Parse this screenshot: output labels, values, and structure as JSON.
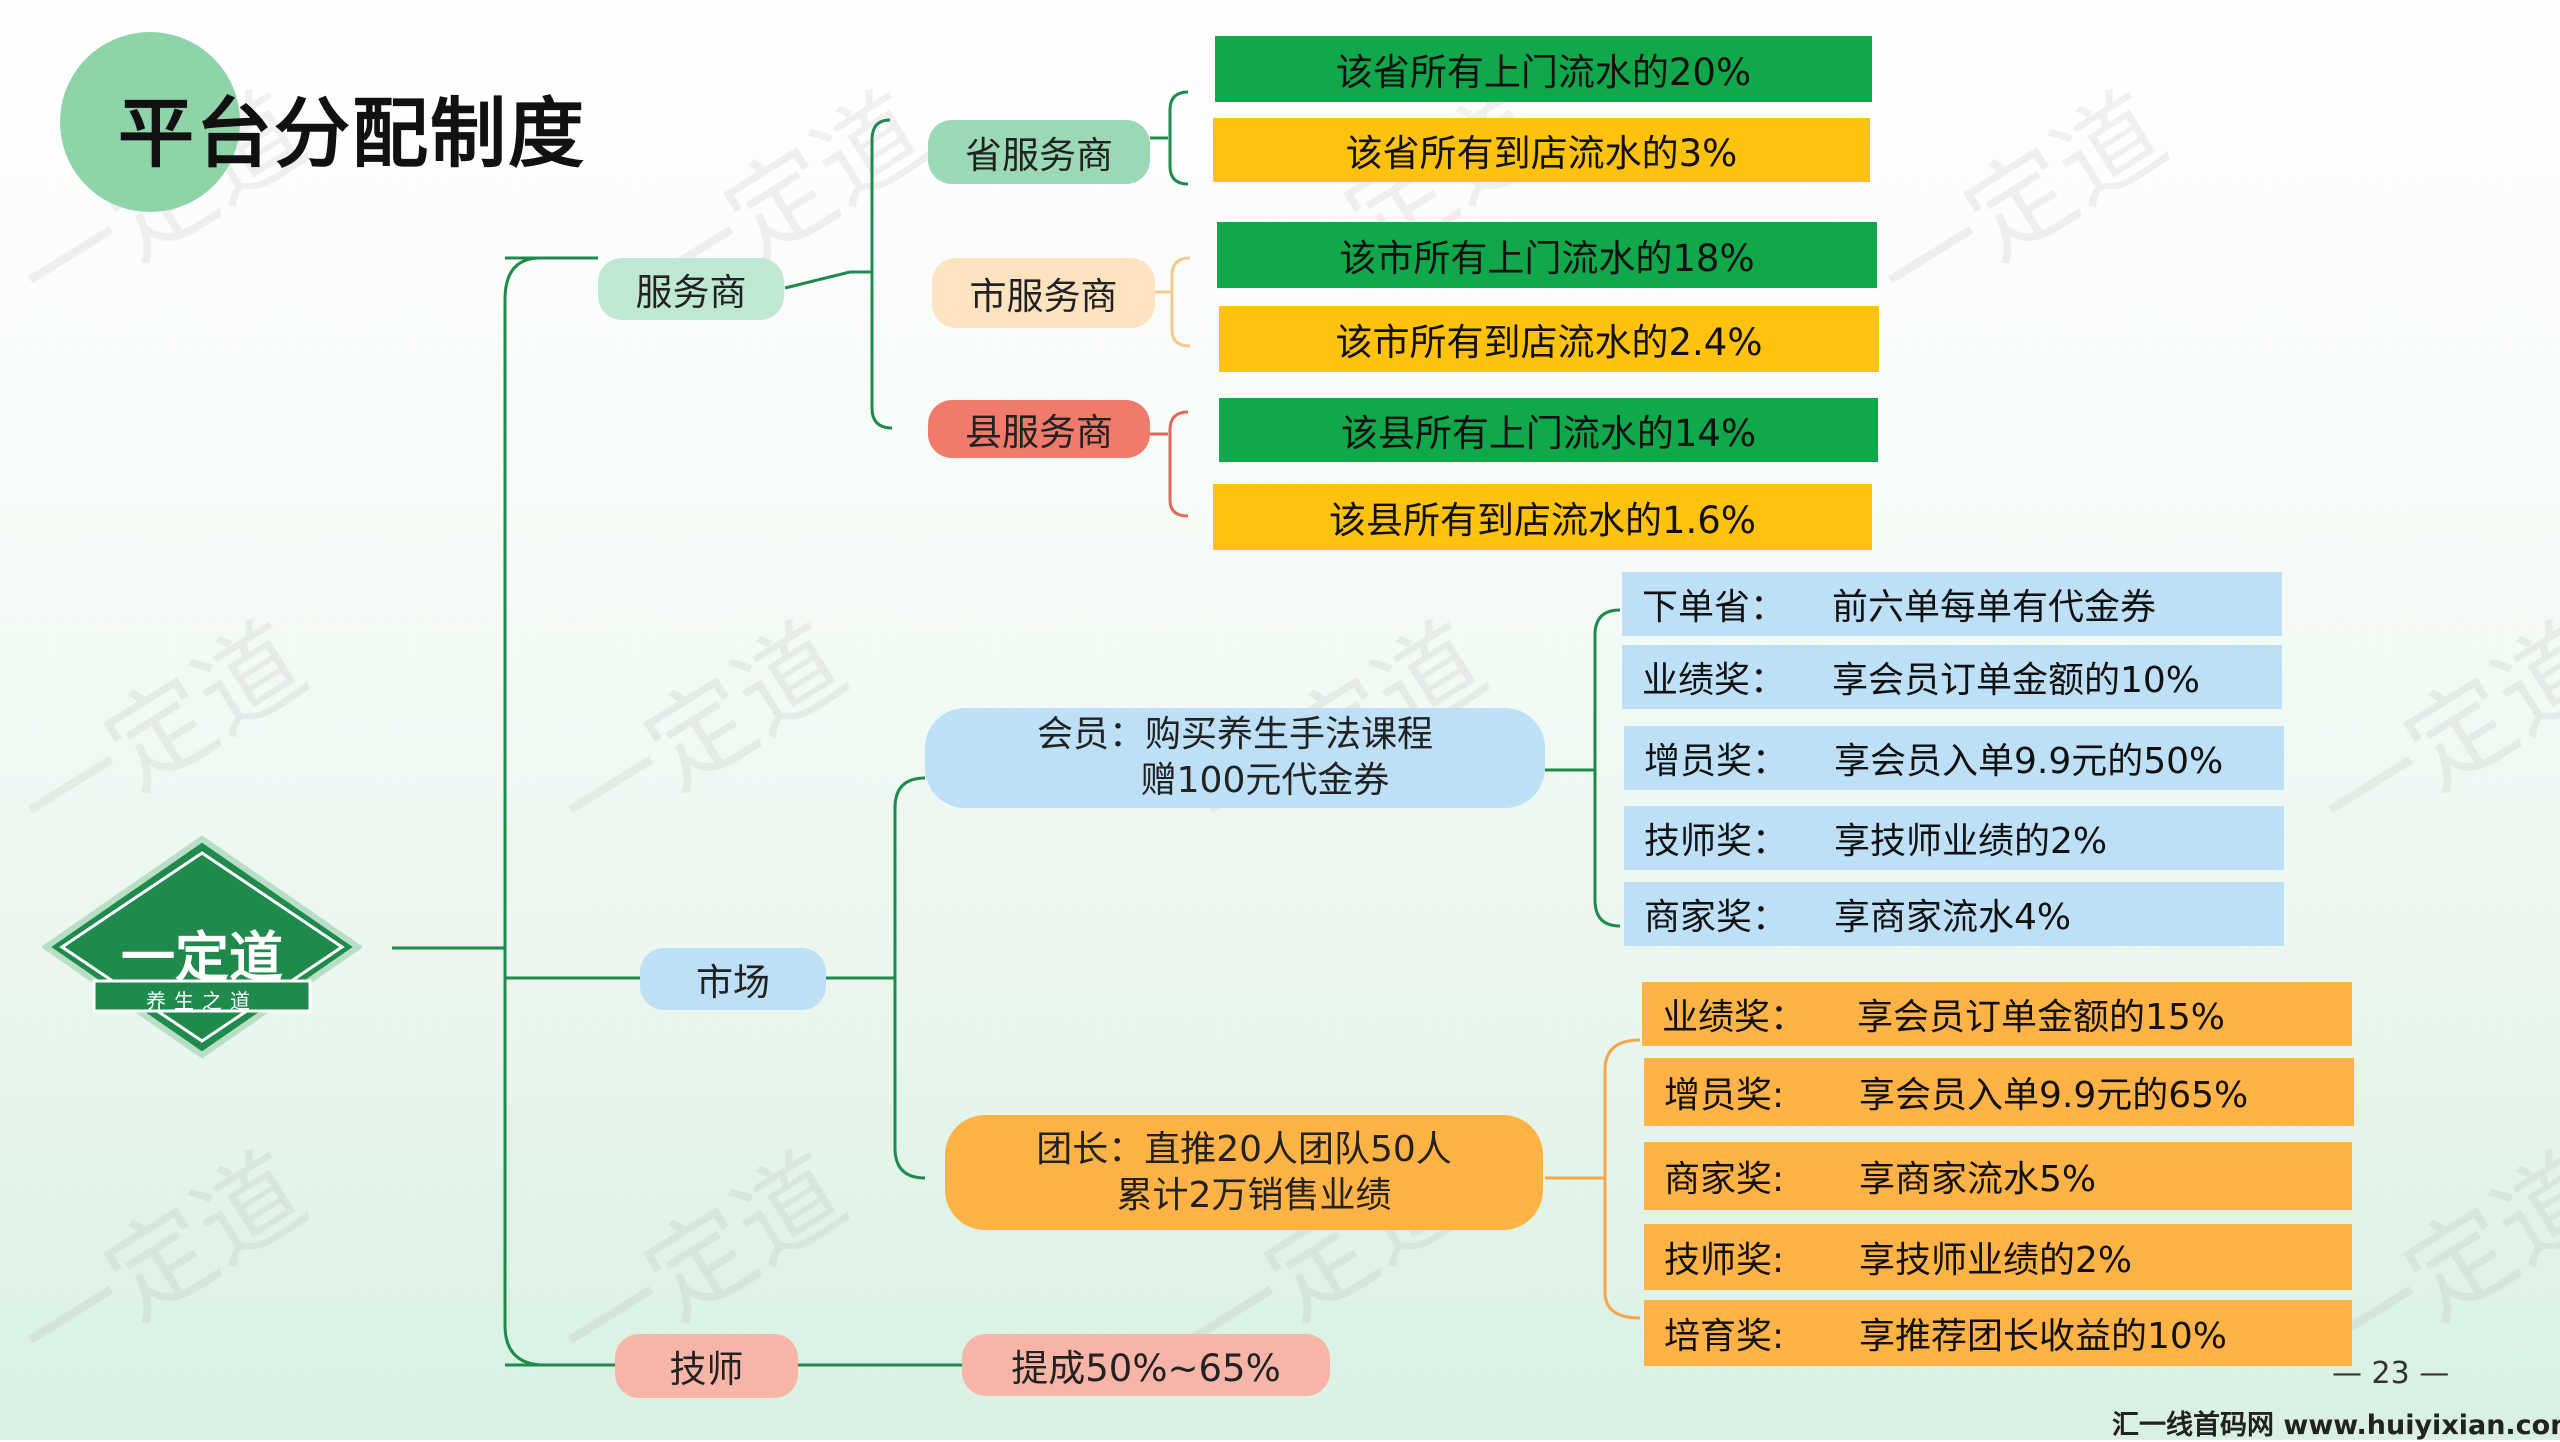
{
  "title": "平台分配制度",
  "watermark": "一定道",
  "logo": {
    "name": "一定道",
    "tagline": "养生之道",
    "color": "#1f8a4c"
  },
  "service": {
    "label": "服务商",
    "province": {
      "label": "省服务商",
      "bars": [
        "该省所有上门流水的20%",
        "该省所有到店流水的3%"
      ]
    },
    "city": {
      "label": "市服务商",
      "bars": [
        "该市所有上门流水的18%",
        "该市所有到店流水的2.4%"
      ]
    },
    "county": {
      "label": "县服务商",
      "bars": [
        "该县所有上门流水的14%",
        "该县所有到店流水的1.6%"
      ]
    }
  },
  "market": {
    "label": "市场",
    "member": {
      "line1": "会员：购买养生手法课程",
      "line2": "赠100元代金券",
      "rows": [
        {
          "k": "下单省：",
          "v": "前六单每单有代金券"
        },
        {
          "k": "业绩奖：",
          "v": "享会员订单金额的10%"
        },
        {
          "k": "增员奖：",
          "v": "享会员入单9.9元的50%"
        },
        {
          "k": "技师奖：",
          "v": "享技师业绩的2%"
        },
        {
          "k": "商家奖：",
          "v": "享商家流水4%"
        }
      ]
    },
    "leader": {
      "line1": "团长：直推20人团队50人",
      "line2": "累计2万销售业绩",
      "rows": [
        {
          "k": "业绩奖：",
          "v": "享会员订单金额的15%"
        },
        {
          "k": "增员奖:",
          "v": "享会员入单9.9元的65%"
        },
        {
          "k": "商家奖:",
          "v": "享商家流水5%"
        },
        {
          "k": "技师奖:",
          "v": "享技师业绩的2%"
        },
        {
          "k": "培育奖:",
          "v": "享推荐团长收益的10%"
        }
      ]
    }
  },
  "technician": {
    "label": "技师",
    "value": "提成50%~65%"
  },
  "page_number": "— 23 —",
  "footer": "汇一线首码网 www.huiyixian.com",
  "colors": {
    "green": "#10a84a",
    "yellow": "#ffc20e",
    "blue": "#bde0f6",
    "orange": "#ffb347",
    "line": "#1f8a4c"
  }
}
